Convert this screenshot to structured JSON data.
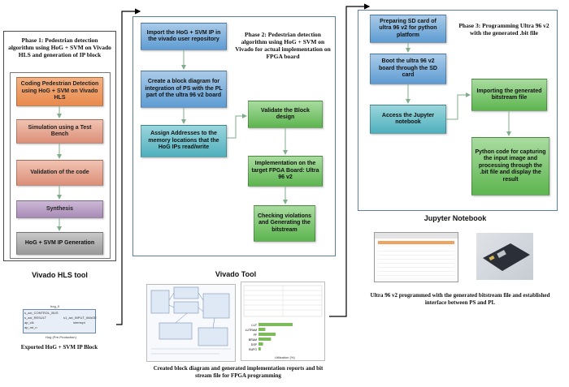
{
  "phase1": {
    "title": "Phase 1: Pedestrian detection algorithm using HoG + SVM on Vivado HLS and generation of IP block",
    "steps": [
      "Coding Pedestrian Detection using HoG + SVM on Vivado HLS",
      "Simulation using a Test Bench",
      "Validation of the code",
      "Synthesis",
      "HoG + SVM IP Generation"
    ],
    "tool_label": "Vivado HLS tool",
    "export_caption": "Exported HoG + SVM IP Block",
    "ip_block": {
      "name": "hog_0",
      "ports_left": [
        "s_axi_CONTROL_BUS",
        "s_axi_RESULT",
        "ap_clk",
        "ap_rst_n"
      ],
      "ports_right": [
        "s1_axi_INPUT_IMAGE",
        "interrupt"
      ],
      "footer": "Hog (Pre-Production)"
    }
  },
  "phase2": {
    "title": "Phase 2: Pedestrian detection algorithm using HoG + SVM on Vivado for actual implementation on FPGA board",
    "steps": [
      "Import the HoG + SVM IP in the vivado user repository",
      "Create a block diagram for integration of PS with the PL part of the ultra 96 v2 board",
      "Assign Addresses to the memory locations that the HoG IPs read/write",
      "Validate the Block design",
      "Implementation on the target FPGA Board: Ultra 96 v2",
      "Checking violations and Generating the bitstream"
    ],
    "tool_label": "Vivado Tool",
    "caption": "Created block diagram and generated implementation reports and bit stream file for FPGA programming",
    "utilization": {
      "rows": [
        "LUT",
        "LUTRAM",
        "FF",
        "BRAM",
        "DSP",
        "BUFG"
      ],
      "values": [
        60,
        12,
        30,
        22,
        8,
        4
      ],
      "axis_label": "Utilization (%)"
    }
  },
  "phase3": {
    "title": "Phase 3: Programming Ultra 96 v2 with the generated .bit file",
    "steps": [
      "Preparing SD card of ultra 96 v2 for python platform",
      "Boot the ultra 96 v2 board through the SD card",
      "Access the Jupyter notebook",
      "Importing the generated bitstream file",
      "Python code for capturing the input image and processing through the .bit file and display the result"
    ],
    "tool_label": "Jupyter Notebook",
    "caption": "Ultra 96 v2 programmed with the generated bitstream file and established interface between PS and PL"
  },
  "colors": {
    "phase1_top": "#e88a4d",
    "phase2_top": "#5e9cd3",
    "phase2_mid": "#4fb0bd",
    "phase3_green": "#5db54f",
    "arrow": "#7fae8a",
    "connector": "#000000"
  }
}
